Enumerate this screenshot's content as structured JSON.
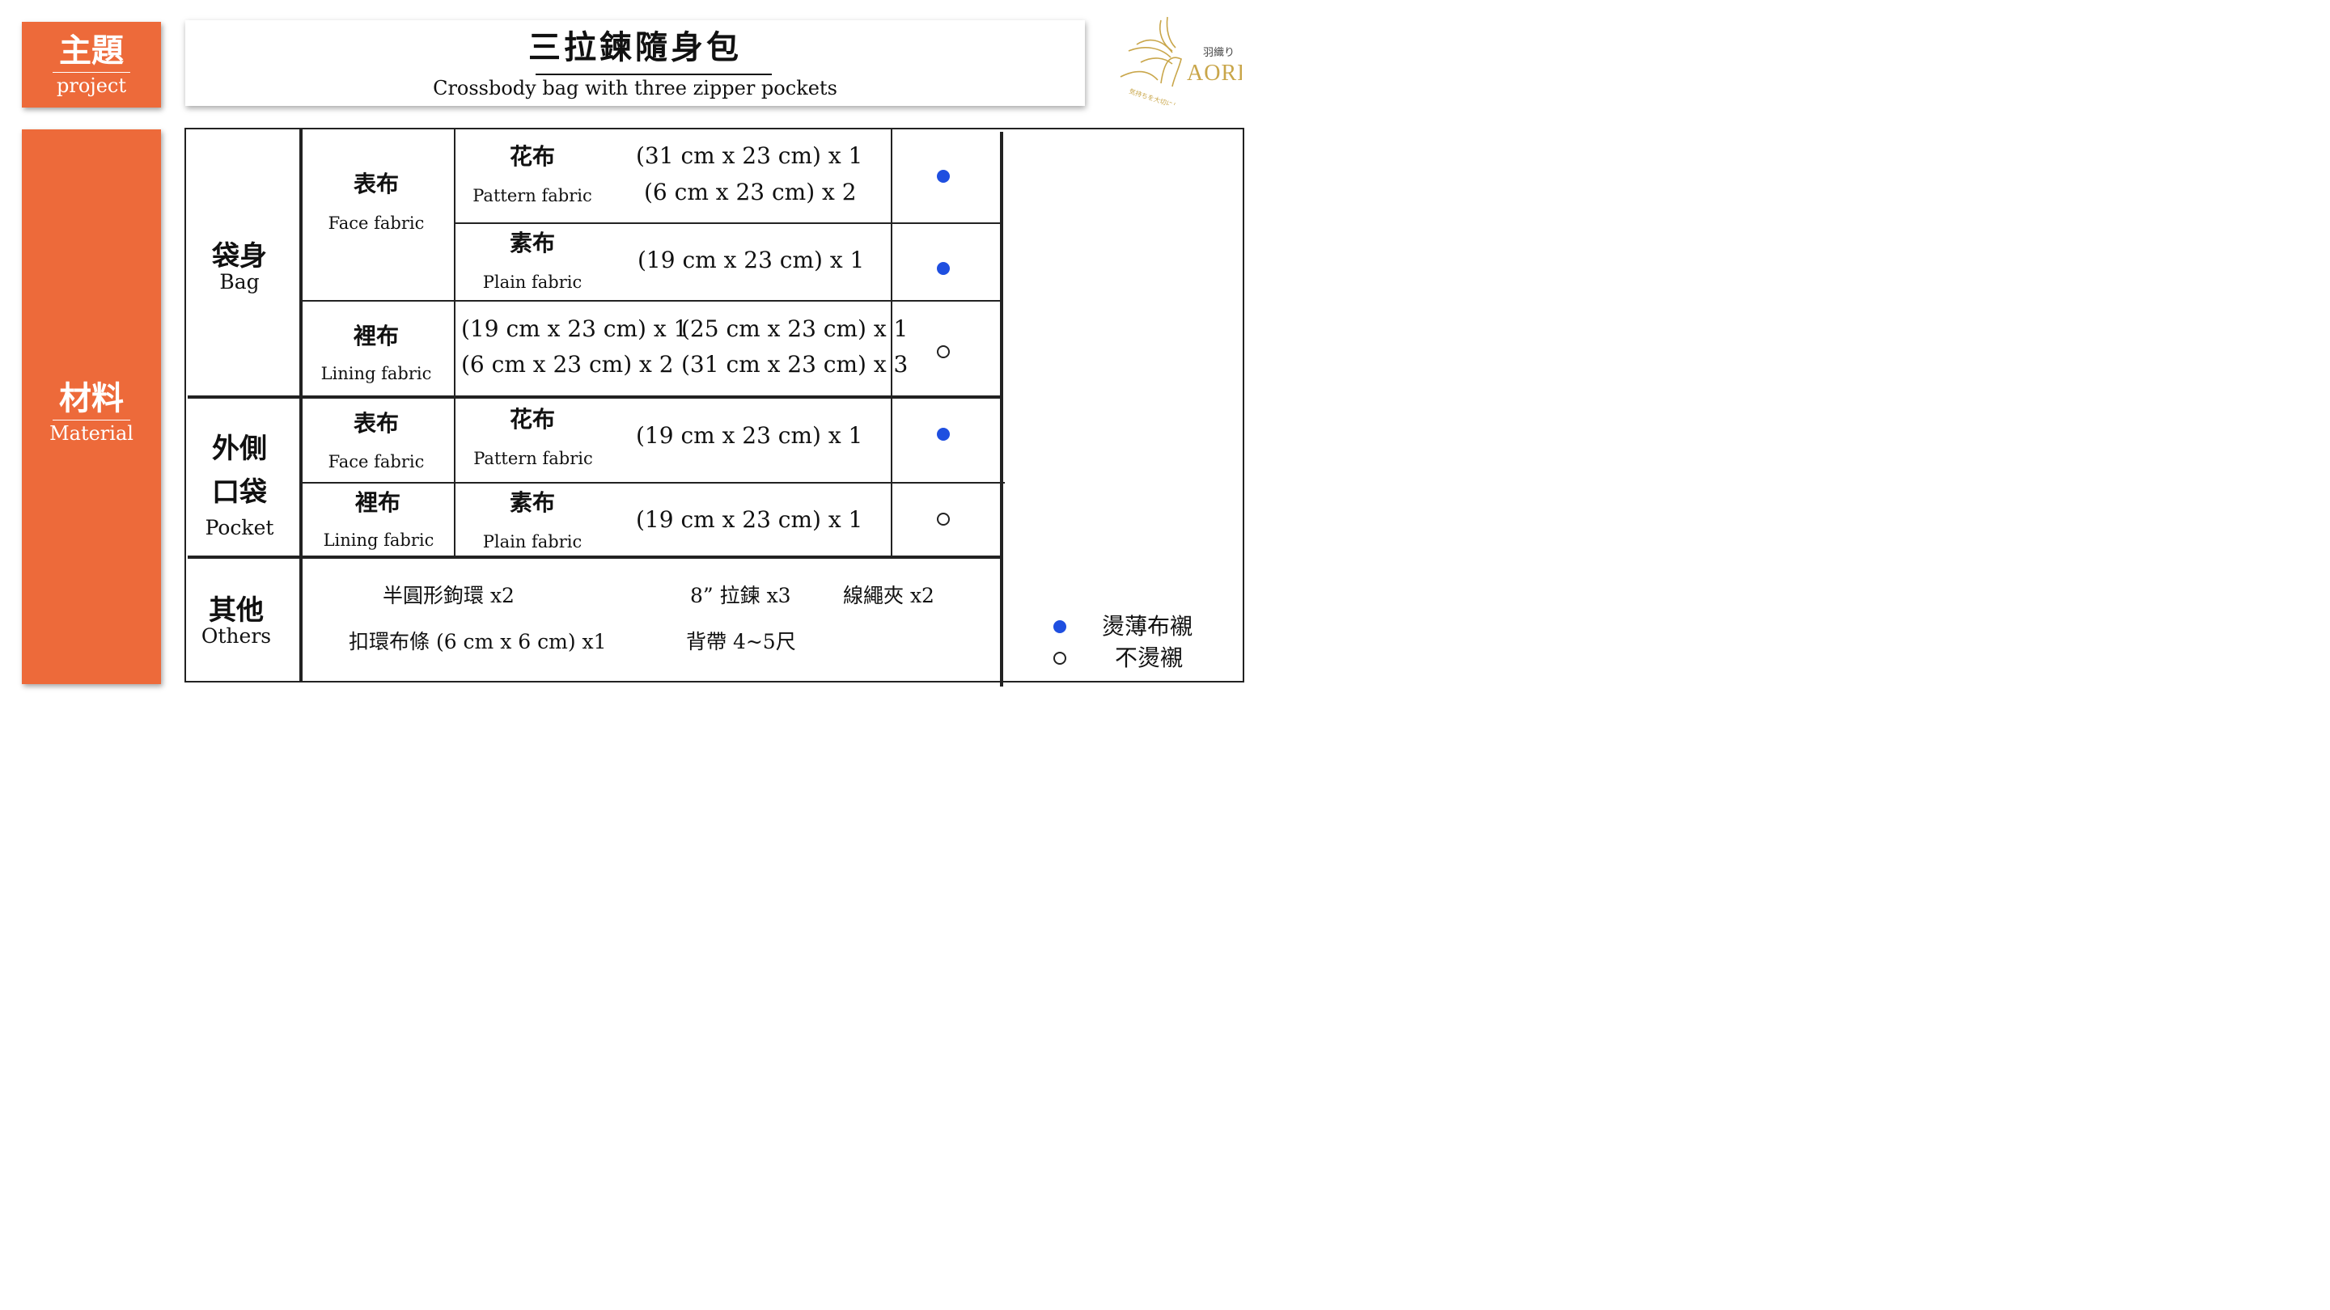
{
  "sidebar": {
    "project": {
      "zh": "主題",
      "en": "project"
    },
    "material": {
      "zh": "材料",
      "en": "Material"
    }
  },
  "title": {
    "zh": "三拉鍊隨身包",
    "en": "Crossbody bag with three zipper pockets"
  },
  "logo": {
    "brand": "AORI",
    "jp": "羽織り",
    "tagline": "気持ちを大切にしているあなたに"
  },
  "table": {
    "bag": {
      "zh": "袋身",
      "en": "Bag"
    },
    "pocket": {
      "zh1": "外側",
      "zh2": "口袋",
      "en": "Pocket"
    },
    "others": {
      "zh": "其他",
      "en": "Others"
    },
    "face": {
      "zh": "表布",
      "en": "Face fabric"
    },
    "lining": {
      "zh": "裡布",
      "en": "Lining fabric"
    },
    "pattern": {
      "zh": "花布",
      "en": "Pattern fabric"
    },
    "plain": {
      "zh": "素布",
      "en": "Plain fabric"
    },
    "bag_pattern_dims": [
      "(31 cm x 23 cm) x 1",
      "(6 cm x 23 cm) x 2"
    ],
    "bag_plain_dims": "(19 cm x 23 cm) x 1",
    "bag_lining_dims": [
      "(19 cm x 23 cm) x 1",
      "(25 cm x 23 cm) x 1",
      "(6 cm x 23 cm) x 2",
      "(31 cm x 23 cm) x 3"
    ],
    "pocket_face_dims": "(19 cm x 23 cm) x 1",
    "pocket_lining_dims": "(19 cm x 23 cm) x 1",
    "others_items": [
      "半圓形鉤環 x2",
      "8” 拉鍊 x3",
      "線繩夾 x2",
      "扣環布條 (6 cm x 6 cm) x1",
      "背帶 4~5尺"
    ]
  },
  "legend": {
    "fused": "燙薄布襯",
    "not_fused": "不燙襯"
  },
  "colors": {
    "accent": "#ed6a3a",
    "dot": "#1f4fe0"
  }
}
